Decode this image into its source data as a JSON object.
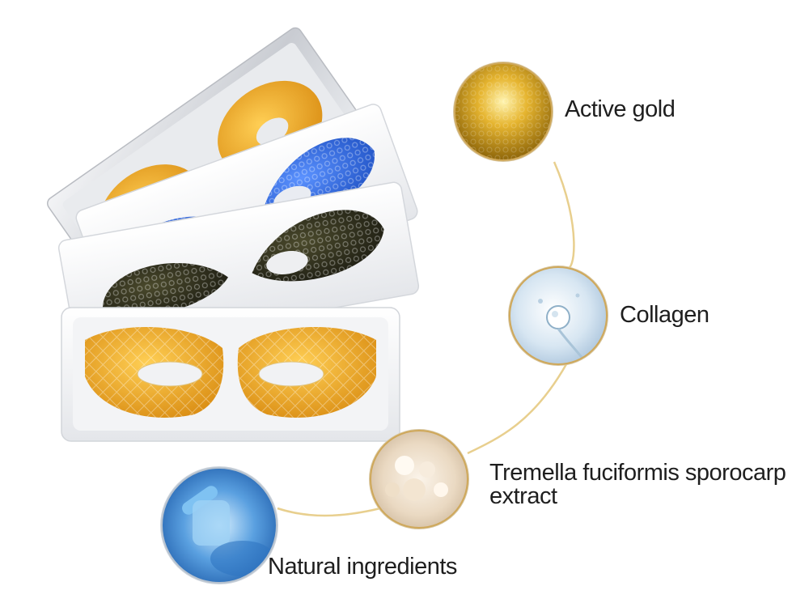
{
  "ingredients": {
    "active_gold": "Active gold",
    "collagen": "Collagen",
    "tremella_line1": "Tremella fuciformis sporocarp",
    "tremella_line2": "extract",
    "natural": "Natural ingredients"
  },
  "colors": {
    "gold": "#e7a21a",
    "blue": "#2c63d6",
    "black": "#2b2b1a",
    "connector": "#e8cf8e",
    "text": "#1e1e1e"
  }
}
